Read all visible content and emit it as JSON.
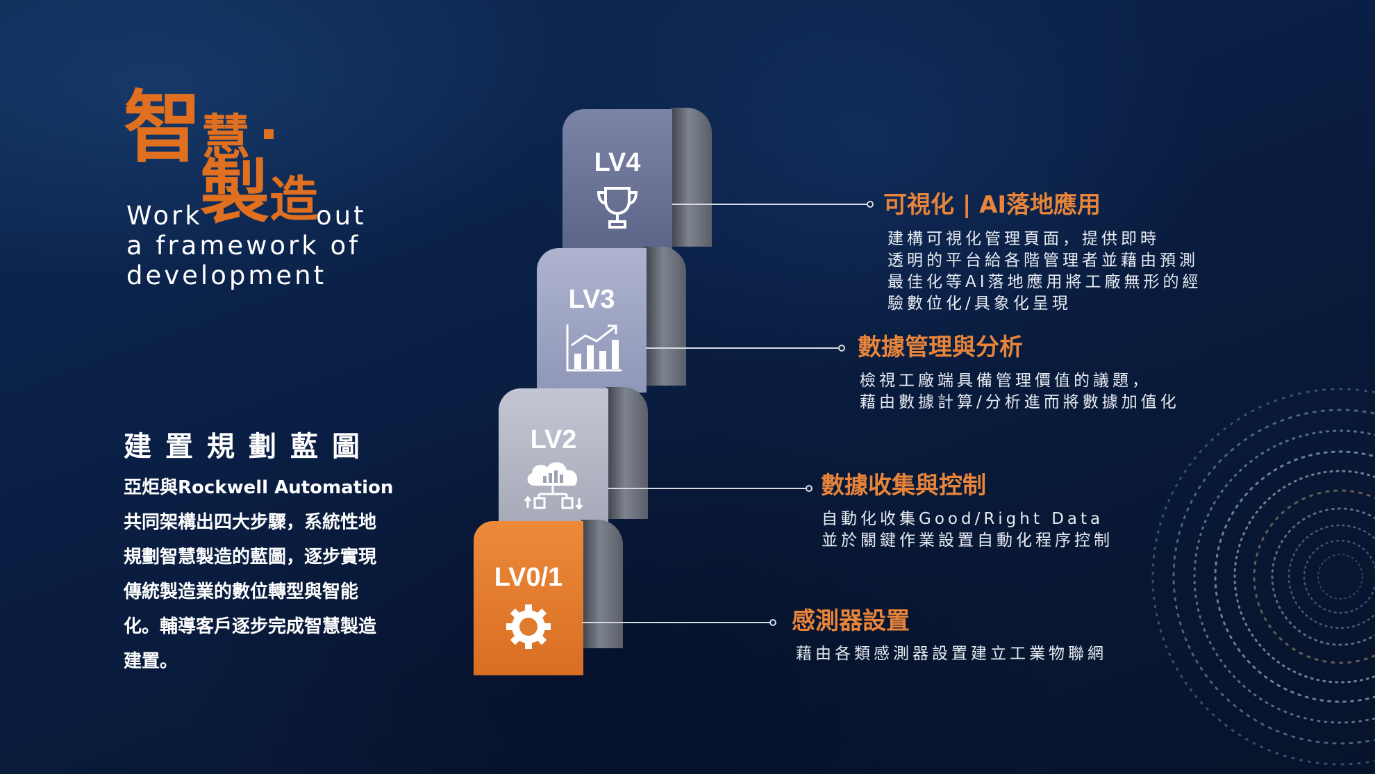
{
  "title": {
    "cn_line1_char1": "智",
    "cn_line1_char2": "慧",
    "cn_line2_char1": "製",
    "cn_line2_char2": "造",
    "en_word_left": "Work",
    "en_word_right": "out",
    "en_line2": "a framework of",
    "en_line3": "development"
  },
  "section": {
    "heading": "建置規劃藍圖",
    "body_lines": [
      "亞炬與Rockwell Automation",
      "共同架構出四大步驟，系統性地",
      "規劃智慧製造的藍圖，逐步實現",
      "傳統製造業的數位轉型與智能",
      "化。輔導客戶逐步完成智慧製造",
      "建置。"
    ]
  },
  "levels": [
    {
      "label": "LV4",
      "icon": "trophy-icon",
      "title": "可視化 | AI落地應用",
      "desc": [
        "建構可視化管理頁面，提供即時",
        "透明的平台給各階管理者並藉由預測",
        "最佳化等AI落地應用將工廠無形的經",
        "驗數位化/具象化呈現"
      ]
    },
    {
      "label": "LV3",
      "icon": "chart-growth-icon",
      "title": "數據管理與分析",
      "desc": [
        "檢視工廠端具備管理價值的議題，",
        "藉由數據計算/分析進而將數據加值化"
      ]
    },
    {
      "label": "LV2",
      "icon": "cloud-data-icon",
      "title": "數據收集與控制",
      "desc": [
        "自動化收集Good/Right Data",
        "並於關鍵作業設置自動化程序控制"
      ]
    },
    {
      "label": "LV0/1",
      "icon": "gear-icon",
      "title": "感測器設置",
      "desc": [
        "藉由各類感測器設置建立工業物聯網"
      ]
    }
  ],
  "colors": {
    "accent_orange": "#e0701f",
    "lv4_face": "#6a7396",
    "lv3_face": "#9ca3c2",
    "lv2_face": "#b5b8c4",
    "lv01_face": "#e07a2c"
  }
}
